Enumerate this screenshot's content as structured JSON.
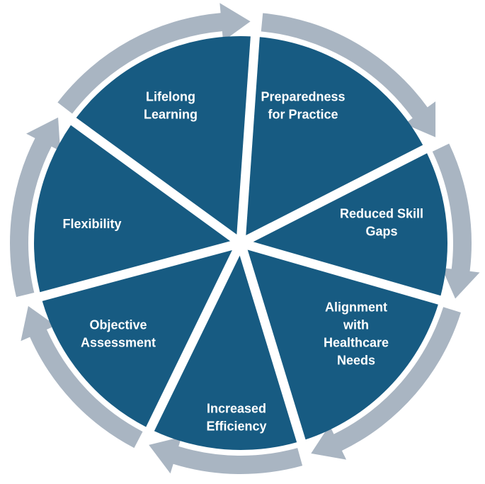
{
  "diagram": {
    "colors": {
      "segment_fill": "#175b82",
      "arrow_fill": "#a9b5c2",
      "label_color": "#ffffff",
      "background": "#ffffff"
    },
    "segments": [
      {
        "label_lines": [
          "Preparedness",
          "for Practice"
        ]
      },
      {
        "label_lines": [
          "Reduced Skill",
          "Gaps"
        ]
      },
      {
        "label_lines": [
          "Alignment",
          "with",
          "Healthcare",
          "Needs"
        ]
      },
      {
        "label_lines": [
          "Increased",
          "Efficiency"
        ]
      },
      {
        "label_lines": [
          "Objective",
          "Assessment"
        ]
      },
      {
        "label_lines": [
          "Flexibility"
        ]
      },
      {
        "label_lines": [
          "Lifelong",
          "Learning"
        ]
      }
    ]
  }
}
